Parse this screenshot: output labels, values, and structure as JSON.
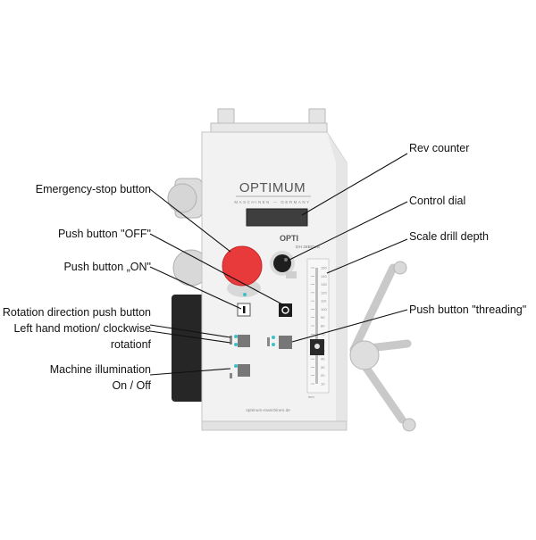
{
  "machine": {
    "brand": "OPTIMUM",
    "brand_sub": "MASCHINEN — GERMANY",
    "model_prefix": "OPTI",
    "model_name": "DH 28BGVS",
    "footer_url": "optimum-maschinen.de",
    "scale_ticks": [
      "150",
      "140",
      "130",
      "120",
      "110",
      "100",
      "90",
      "80",
      "70",
      "60",
      "50",
      "40",
      "30",
      "20",
      "10"
    ],
    "scale_unit": "mm"
  },
  "callouts": {
    "rev_counter": "Rev counter",
    "control_dial": "Control dial",
    "scale_drill_depth": "Scale drill depth",
    "push_button_threading": "Push button \"threading\"",
    "emergency_stop": "Emergency-stop button",
    "push_button_off": "Push button \"OFF\"",
    "push_button_on": "Push button „ON\"",
    "rotation_line1": "Rotation direction push button",
    "rotation_line2": "Left hand motion/ clockwise",
    "rotation_line3": "rotationf",
    "illumination_line1": "Machine illumination",
    "illumination_line2": "On / Off"
  },
  "colors": {
    "panel": "#f2f2f2",
    "emergency_red": "#e83a3a",
    "indicator_teal": "#3fc0c8",
    "leader": "#111111"
  }
}
